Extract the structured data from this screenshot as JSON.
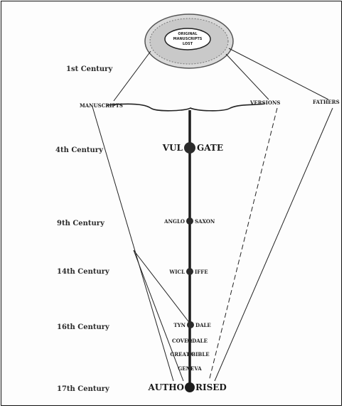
{
  "centuries": [
    "1st Century",
    "4th Century",
    "9th Century",
    "14th Century",
    "16th Century",
    "17th Century"
  ],
  "origin": {
    "line1": "ORIGINAL",
    "line2": "MANUSCRIPTS",
    "line3": "LOST"
  },
  "branches": {
    "manuscripts": "MANUSCRIPTS",
    "versions": "VERSIONS",
    "fathers": "FATHERS"
  },
  "nodes": {
    "vulgate": {
      "left": "VUL",
      "right": "GATE"
    },
    "anglo_saxon": {
      "left": "ANGLO",
      "right": "SAXON"
    },
    "wycliffe": {
      "left": "WICL",
      "right": "IFFE"
    },
    "tyndale": {
      "left": "TYN",
      "right": "DALE"
    },
    "coverdale": "COVERDALE",
    "great_bible": "GREAT BIBLE",
    "geneva": "GENEVA",
    "authorised": {
      "left": "AUTHO",
      "right": "RISED"
    }
  },
  "colors": {
    "line": "#1c1c1c",
    "node": "#2b2b2b",
    "cloud": "#cfcfcf"
  }
}
